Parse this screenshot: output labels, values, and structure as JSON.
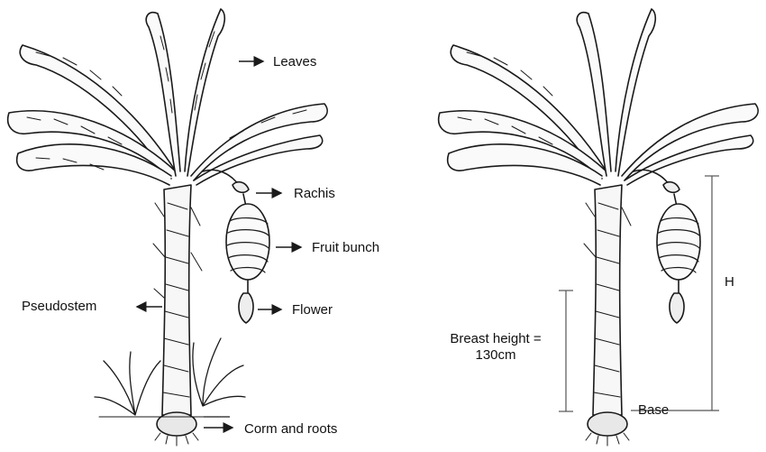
{
  "left_figure": {
    "labels": {
      "leaves": "Leaves",
      "rachis": "Rachis",
      "fruit_bunch": "Fruit bunch",
      "flower": "Flower",
      "pseudostem": "Pseudostem",
      "corm_roots": "Corm and roots"
    }
  },
  "right_figure": {
    "labels": {
      "breast_height_line1": "Breast height =",
      "breast_height_line2": "130cm",
      "height": "H",
      "base": "Base"
    }
  },
  "colors": {
    "ink": "#1a1a1a",
    "background": "#ffffff"
  }
}
